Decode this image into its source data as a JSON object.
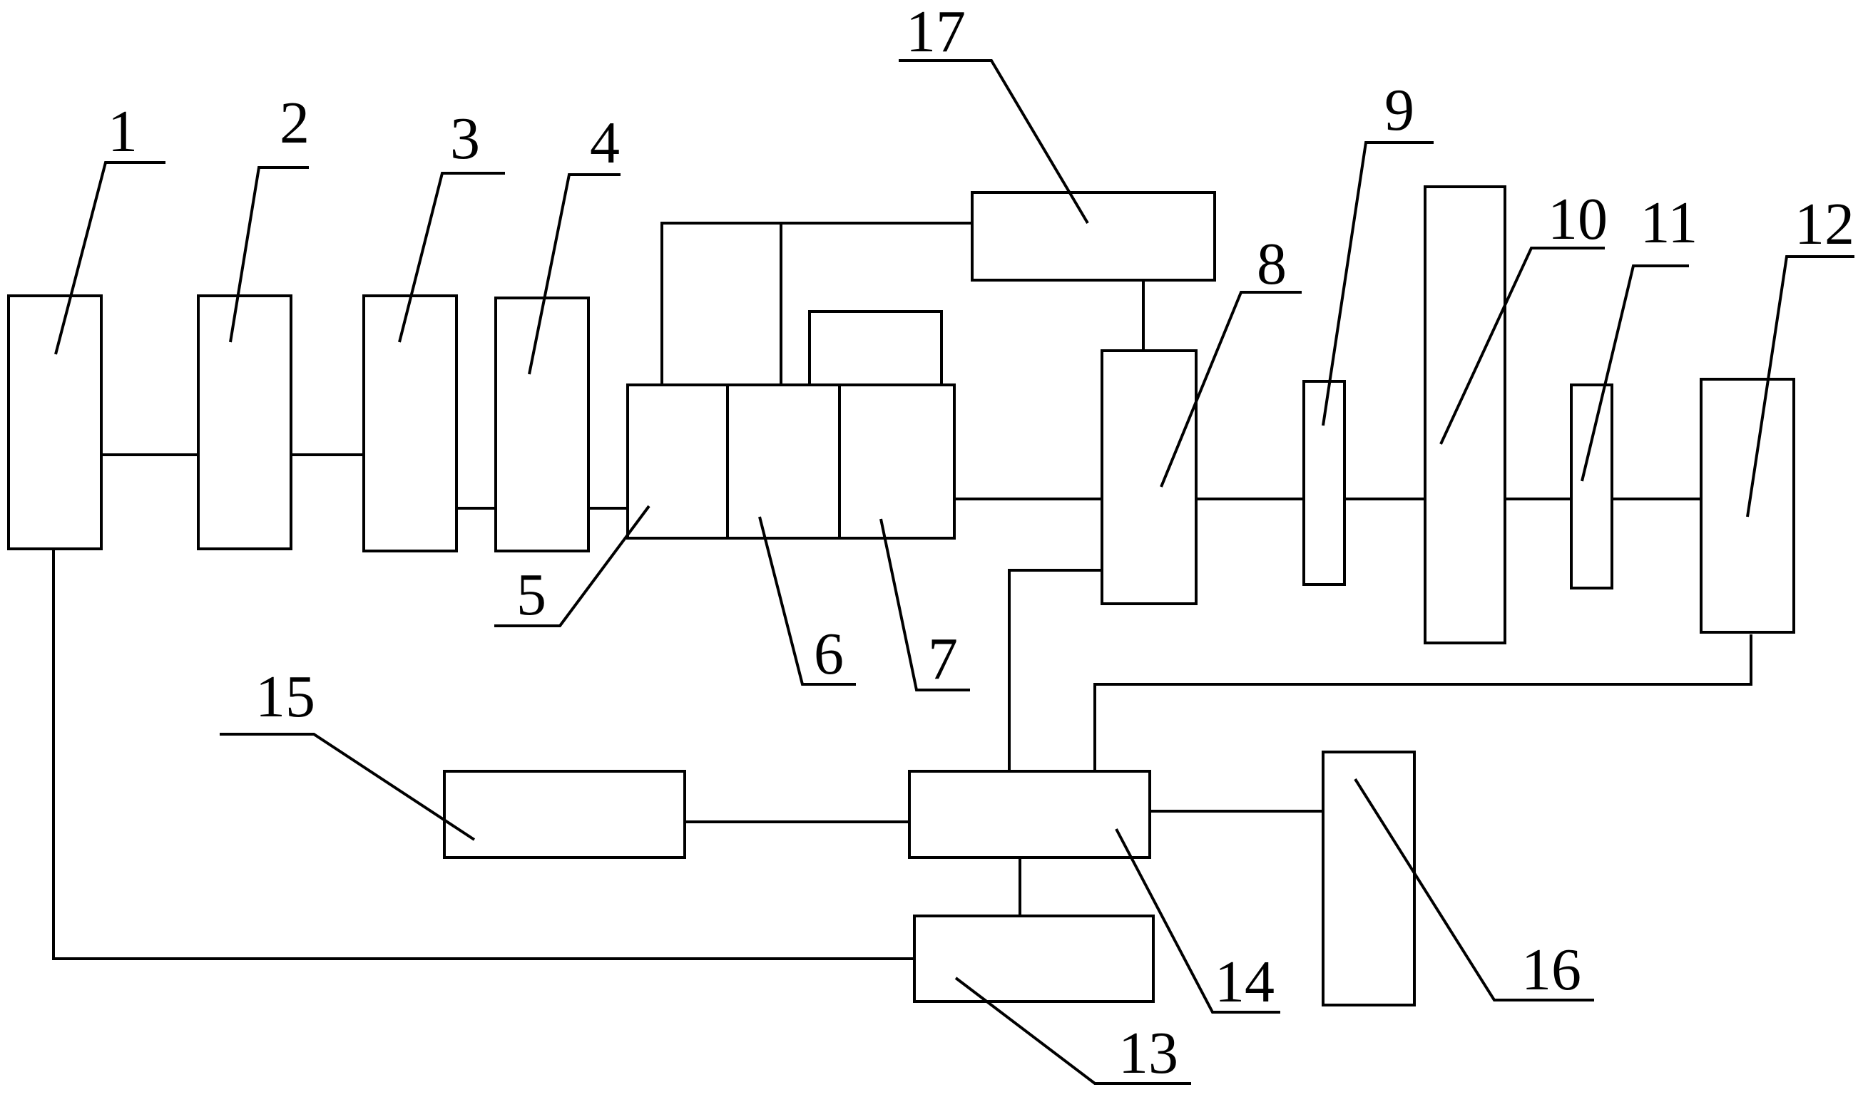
{
  "diagram": {
    "labels": {
      "l1": "1",
      "l2": "2",
      "l3": "3",
      "l4": "4",
      "l5": "5",
      "l6": "6",
      "l7": "7",
      "l8": "8",
      "l9": "9",
      "l10": "10",
      "l11": "11",
      "l12": "12",
      "l13": "13",
      "l14": "14",
      "l15": "15",
      "l16": "16",
      "l17": "17"
    }
  }
}
